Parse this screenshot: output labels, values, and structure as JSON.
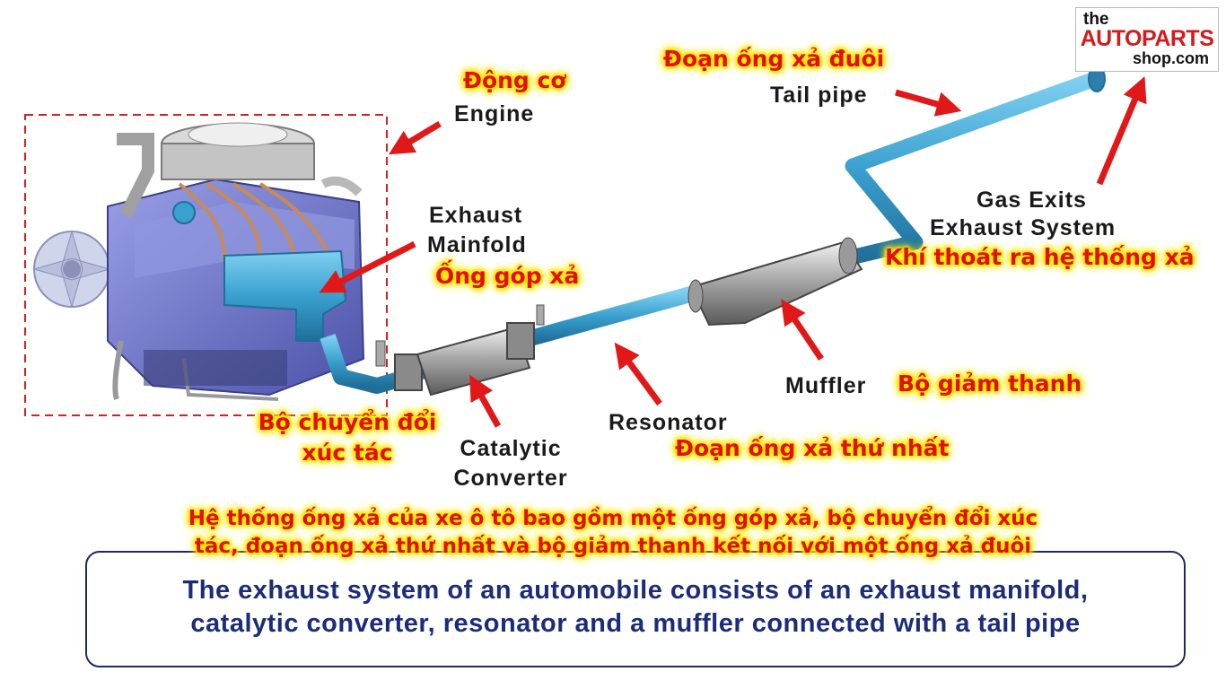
{
  "logo": {
    "line1": "the",
    "line2": "AUTOPARTS",
    "line3": "shop.com"
  },
  "labels": {
    "engine_vi": "Động cơ",
    "engine_en": "Engine",
    "manifold_en_1": "Exhaust",
    "manifold_en_2": "Mainfold",
    "manifold_vi": "Ống góp xả",
    "catalytic_vi_1": "Bộ chuyển đổi",
    "catalytic_vi_2": "xúc tác",
    "catalytic_en_1": "Catalytic",
    "catalytic_en_2": "Converter",
    "resonator_en": "Resonator",
    "resonator_vi": "Đoạn ống xả thứ nhất",
    "muffler_en": "Muffler",
    "muffler_vi": "Bộ giảm thanh",
    "tailpipe_vi": "Đoạn ống xả đuôi",
    "tailpipe_en": "Tail pipe",
    "gas_en_1": "Gas Exits",
    "gas_en_2": "Exhaust  System",
    "gas_vi": "Khí thoát ra hệ thống xả"
  },
  "caption": {
    "vi_line1": "Hệ thống ống xả của xe ô tô bao gồm một ống góp xả, bộ chuyển đổi xúc",
    "vi_line2": "tác, đoạn ống xả thứ nhất và bộ giảm thanh kết nối với một ống xả đuôi",
    "en_line1": "The exhaust system of an automobile consists of an exhaust manifold,",
    "en_line2": "catalytic converter, resonator and a muffler connected with a tail pipe"
  },
  "colors": {
    "arrow": "#e01818",
    "pipe": "#3aa0cf",
    "engine": "#7b82d6",
    "label_highlight": "#ffe600",
    "caption_text": "#1b2d7a"
  }
}
